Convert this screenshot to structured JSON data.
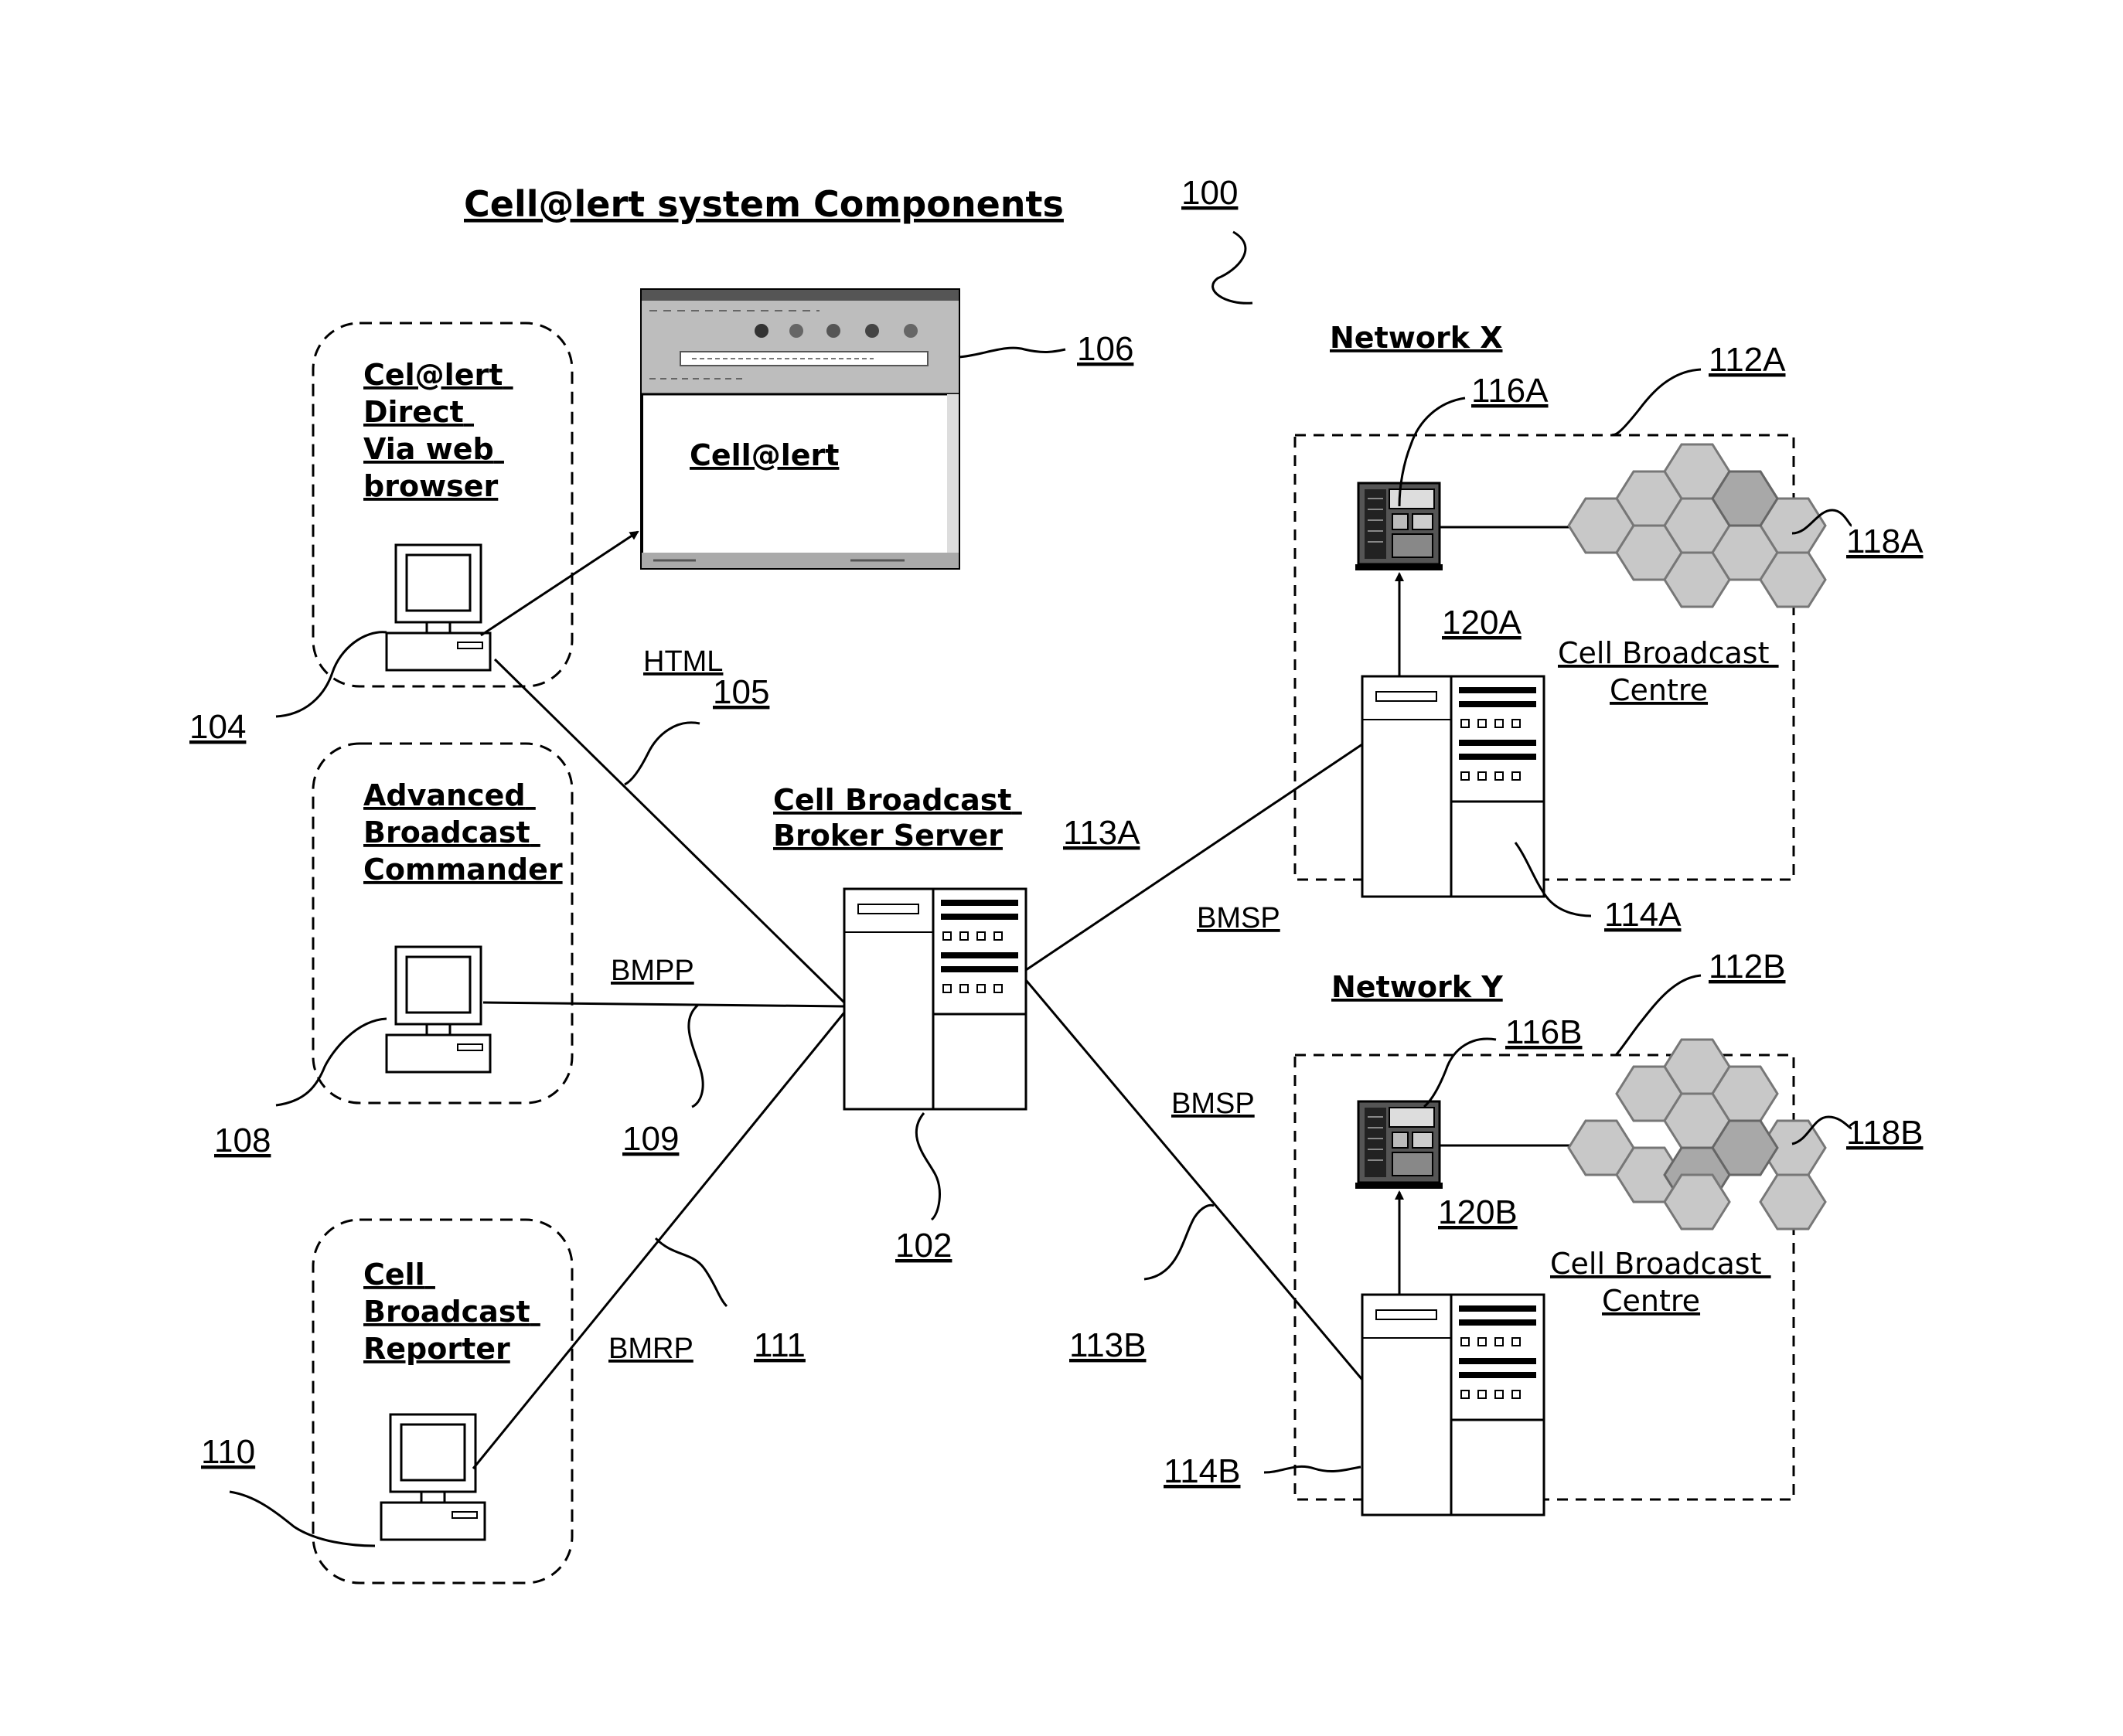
{
  "title": "Cell@lert system Components",
  "ref_system": "100",
  "browser": {
    "label": "Cell@lert",
    "ref": "106"
  },
  "clients": [
    {
      "lines": [
        "Cel@lert",
        "Direct",
        "Via web",
        "browser"
      ],
      "ref": "104",
      "protocol": "HTML",
      "link_ref": "105"
    },
    {
      "lines": [
        "Advanced",
        "Broadcast",
        "Commander"
      ],
      "ref": "108",
      "protocol": "BMPP",
      "link_ref": "109"
    },
    {
      "lines": [
        "Cell",
        "Broadcast",
        "Reporter"
      ],
      "ref": "110",
      "protocol": "BMRP",
      "link_ref": "111"
    }
  ],
  "broker": {
    "lines": [
      "Cell Broadcast",
      "Broker Server"
    ],
    "ref": "102"
  },
  "networks": [
    {
      "title": "Network X",
      "box_ref": "112A",
      "cbc_ref": "114A",
      "bts_ref": "116A",
      "cells_ref": "118A",
      "arrow_ref": "120A",
      "cbc_label": [
        "Cell Broadcast",
        "Centre"
      ],
      "protocol": "BMSP",
      "link_ref": "113A"
    },
    {
      "title": "Network Y",
      "box_ref": "112B",
      "cbc_ref": "114B",
      "bts_ref": "116B",
      "cells_ref": "118B",
      "arrow_ref": "120B",
      "cbc_label": [
        "Cell Broadcast",
        "Centre"
      ],
      "protocol": "BMSP",
      "link_ref": "113B"
    }
  ]
}
